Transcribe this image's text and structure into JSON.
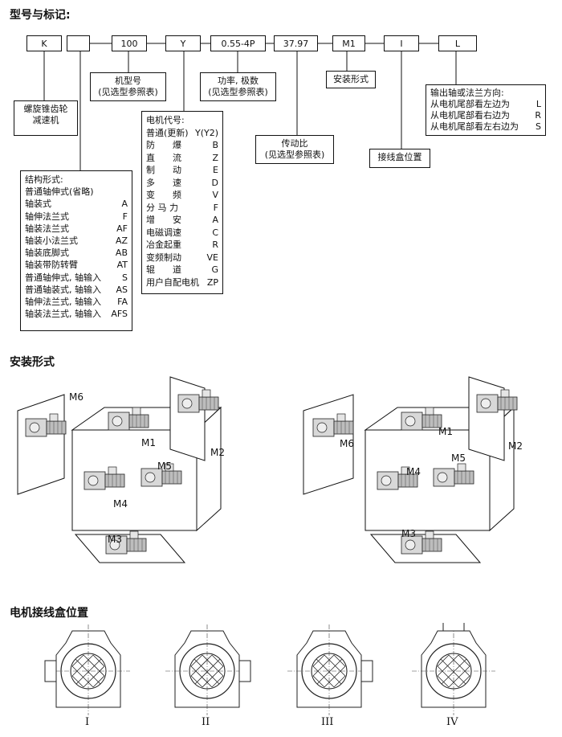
{
  "title_model": "型号与标记:",
  "codes": [
    "K",
    "",
    "100",
    "Y",
    "0.55-4P",
    "37.97",
    "M1",
    "I",
    "L"
  ],
  "labels": {
    "reducer": [
      "螺旋锥齿轮",
      "减速机"
    ],
    "frame": [
      "机型号",
      "(见选型参照表)"
    ],
    "power": [
      "功率, 极数",
      "(见选型参照表)"
    ],
    "mount_label": "安装形式",
    "ratio": [
      "传动比",
      "(见选型参照表)"
    ],
    "box_label": "接线盒位置",
    "output": {
      "title": "输出轴或法兰方向:",
      "rows": [
        [
          "从电机尾部看左边为",
          "L"
        ],
        [
          "从电机尾部看右边为",
          "R"
        ],
        [
          "从电机尾部看左右边为",
          "S"
        ]
      ]
    },
    "motor": {
      "title": "电机代号:",
      "rows": [
        [
          "普通(更新)",
          "Y(Y2)"
        ],
        [
          "防　　爆",
          "B"
        ],
        [
          "直　　流",
          "Z"
        ],
        [
          "制　　动",
          "E"
        ],
        [
          "多　　速",
          "D"
        ],
        [
          "变　　频",
          "V"
        ],
        [
          "分 马 力",
          "F"
        ],
        [
          "增　　安",
          "A"
        ],
        [
          "电磁调速",
          "C"
        ],
        [
          "冶金起重",
          "R"
        ],
        [
          "变频制动",
          "VE"
        ],
        [
          "辊　　道",
          "G"
        ],
        [
          "用户自配电机",
          "ZP"
        ]
      ]
    },
    "structure": {
      "title": "结构形式:",
      "subtitle": "普通轴伸式(省略)",
      "rows": [
        [
          "轴装式",
          "A"
        ],
        [
          "轴伸法兰式",
          "F"
        ],
        [
          "轴装法兰式",
          "AF"
        ],
        [
          "轴装小法兰式",
          "AZ"
        ],
        [
          "轴装底脚式",
          "AB"
        ],
        [
          "轴装带防转臂",
          "AT"
        ],
        [
          "普通轴伸式, 轴输入",
          "S"
        ],
        [
          "普通轴装式, 轴输入",
          "AS"
        ],
        [
          "轴伸法兰式, 轴输入",
          "FA"
        ],
        [
          "轴装法兰式, 轴输入",
          "AFS"
        ]
      ]
    }
  },
  "title_mount": "安装形式",
  "faces": [
    "M1",
    "M2",
    "M3",
    "M4",
    "M5",
    "M6"
  ],
  "title_box": "电机接线盒位置",
  "positions": [
    "I",
    "II",
    "III",
    "IV"
  ]
}
